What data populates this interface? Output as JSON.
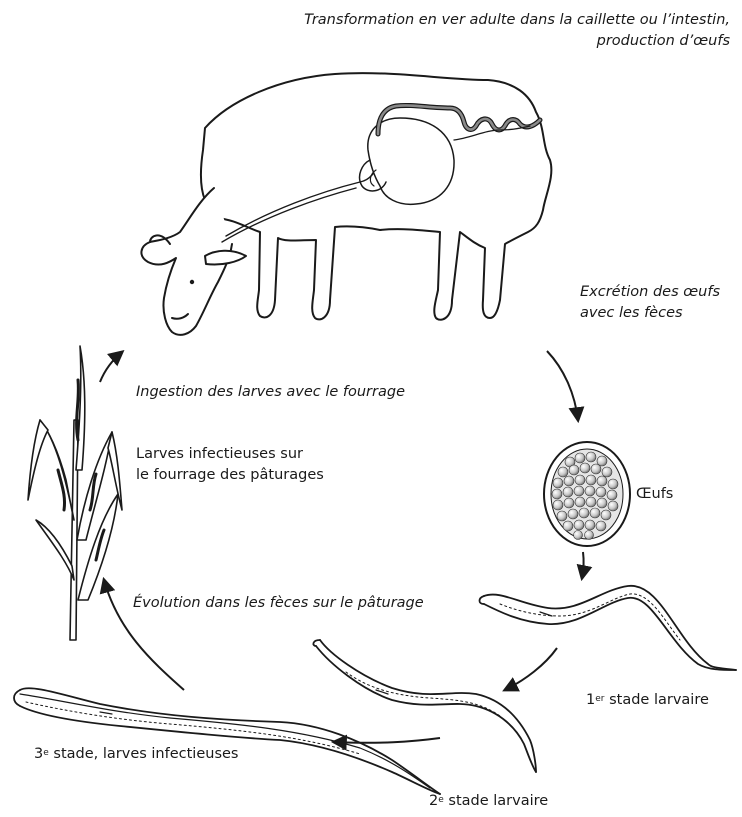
{
  "labels": {
    "transformation_line1": "Transformation en ver adulte dans la caillette ou l’intestin,",
    "transformation_line2": "production d’œufs",
    "excretion_line1": "Excrétion des œufs",
    "excretion_line2": "avec les fèces",
    "ingestion": "Ingestion des larves avec le fourrage",
    "infectious_line1": "Larves infectieuses sur",
    "infectious_line2": "le fourrage des pâturages",
    "eggs": "Œufs",
    "evolution": "Évolution dans les fèces sur le pâturage",
    "stage1_num": "1",
    "stage1_sup": "er",
    "stage1_text": " stade larvaire",
    "stage2_num": "2",
    "stage2_sup": "e",
    "stage2_text": " stade larvaire",
    "stage3_num": "3",
    "stage3_sup": "e",
    "stage3_text": " stade, larves infectieuses"
  },
  "colors": {
    "line": "#1a1a1a",
    "egg_fill": "#cfcfcf",
    "gut_fill": "#8a8a8a"
  }
}
